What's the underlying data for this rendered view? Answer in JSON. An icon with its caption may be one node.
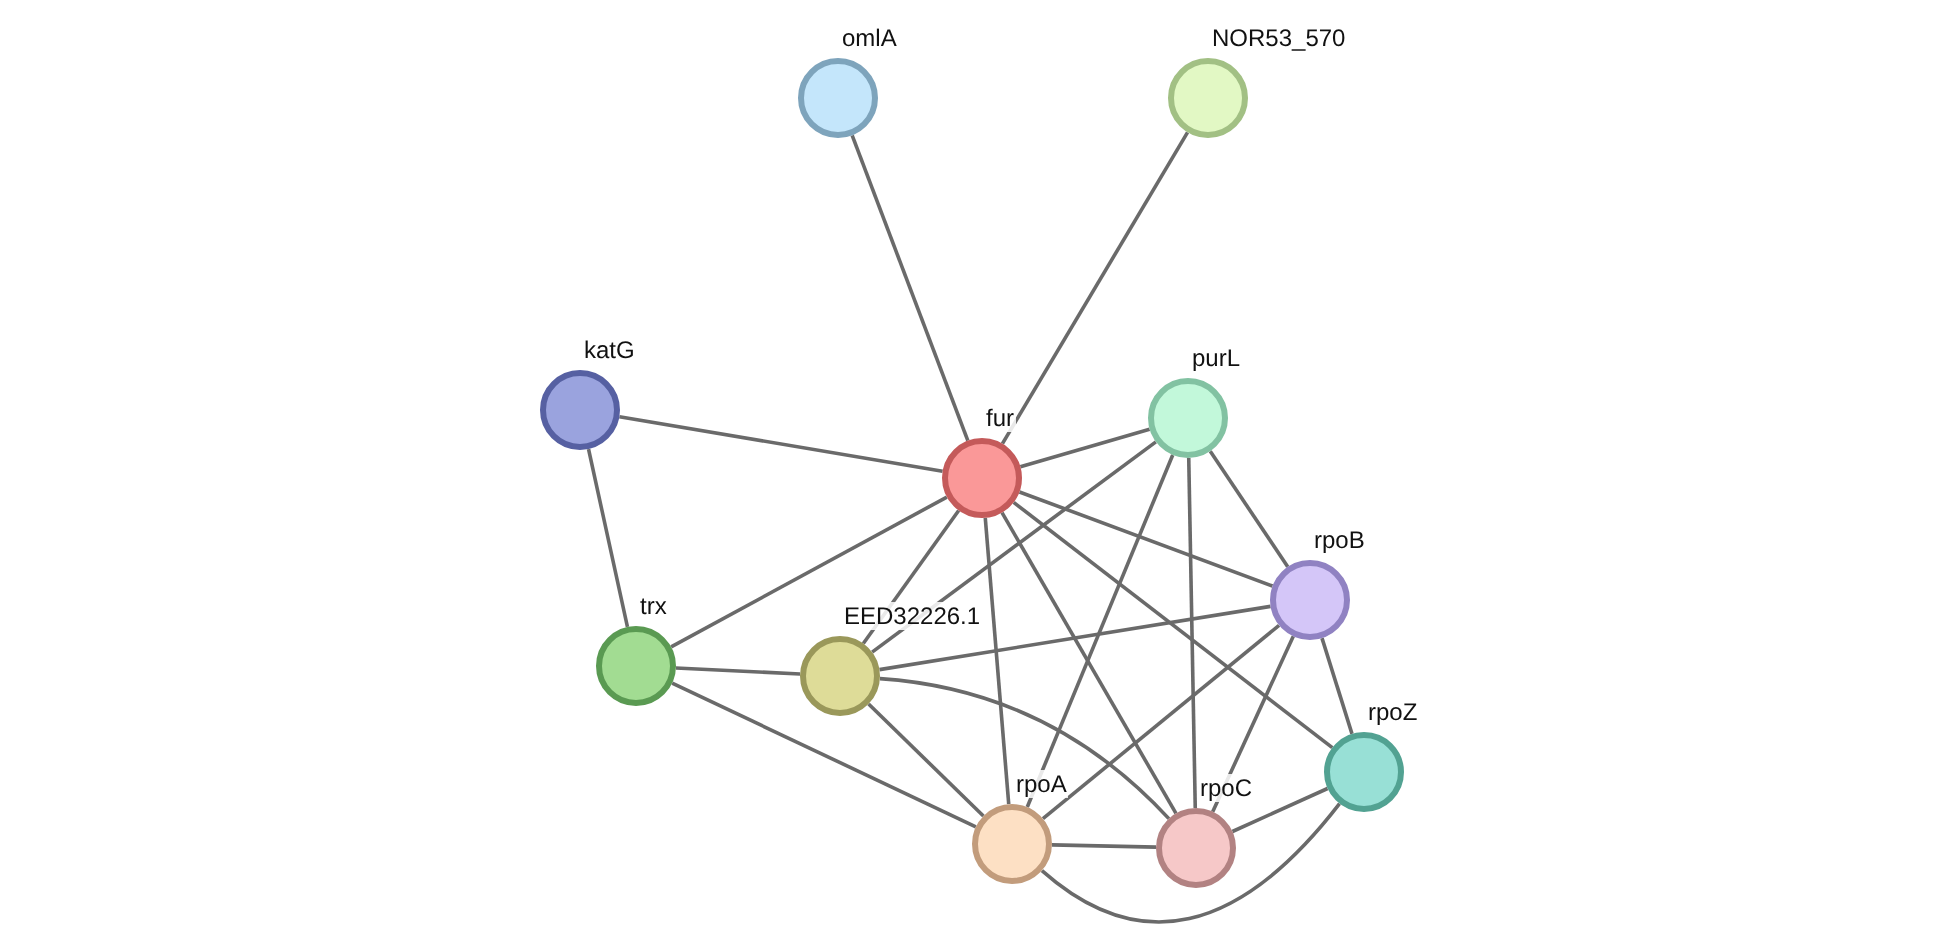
{
  "diagram": {
    "nodes": [
      {
        "text": [
          "omlA"
        ]
      },
      {
        "text": [
          "NOR53_570"
        ]
      },
      {
        "text": [
          "katG"
        ]
      },
      {
        "text": [
          "fur"
        ]
      },
      {
        "text": [
          "purL"
        ]
      },
      {
        "text": [
          "trx"
        ]
      },
      {
        "text": [
          "EED32226.1"
        ]
      },
      {
        "text": [
          "rpoB"
        ]
      },
      {
        "text": [
          "rpoZ"
        ]
      },
      {
        "text": [
          "rpoA"
        ]
      },
      {
        "text": [
          "rpoC"
        ]
      }
    ],
    "edges": [
      {
        "from": 0,
        "to": 3,
        "arrow": "none"
      },
      {
        "from": 1,
        "to": 3,
        "arrow": "none"
      },
      {
        "from": 2,
        "to": 3,
        "arrow": "none"
      },
      {
        "from": 2,
        "to": 5,
        "arrow": "none"
      },
      {
        "from": 3,
        "to": 4,
        "arrow": "none"
      },
      {
        "from": 3,
        "to": 5,
        "arrow": "none"
      },
      {
        "from": 3,
        "to": 6,
        "arrow": "none"
      },
      {
        "from": 3,
        "to": 7,
        "arrow": "none"
      },
      {
        "from": 3,
        "to": 8,
        "arrow": "none"
      },
      {
        "from": 3,
        "to": 9,
        "arrow": "none"
      },
      {
        "from": 3,
        "to": 10,
        "arrow": "none"
      },
      {
        "from": 4,
        "to": 6,
        "arrow": "none"
      },
      {
        "from": 4,
        "to": 7,
        "arrow": "none"
      },
      {
        "from": 4,
        "to": 9,
        "arrow": "none"
      },
      {
        "from": 4,
        "to": 10,
        "arrow": "none"
      },
      {
        "from": 5,
        "to": 6,
        "arrow": "none"
      },
      {
        "from": 5,
        "to": 9,
        "arrow": "none"
      },
      {
        "from": 6,
        "to": 7,
        "arrow": "none"
      },
      {
        "from": 6,
        "to": 9,
        "arrow": "none"
      },
      {
        "from": 6,
        "to": 10,
        "arrow": "none"
      },
      {
        "from": 7,
        "to": 9,
        "arrow": "none"
      },
      {
        "from": 7,
        "to": 10,
        "arrow": "none"
      },
      {
        "from": 7,
        "to": 8,
        "arrow": "none"
      },
      {
        "from": 8,
        "to": 9,
        "arrow": "none"
      },
      {
        "from": 8,
        "to": 10,
        "arrow": "none"
      },
      {
        "from": 9,
        "to": 10,
        "arrow": "none"
      }
    ]
  }
}
